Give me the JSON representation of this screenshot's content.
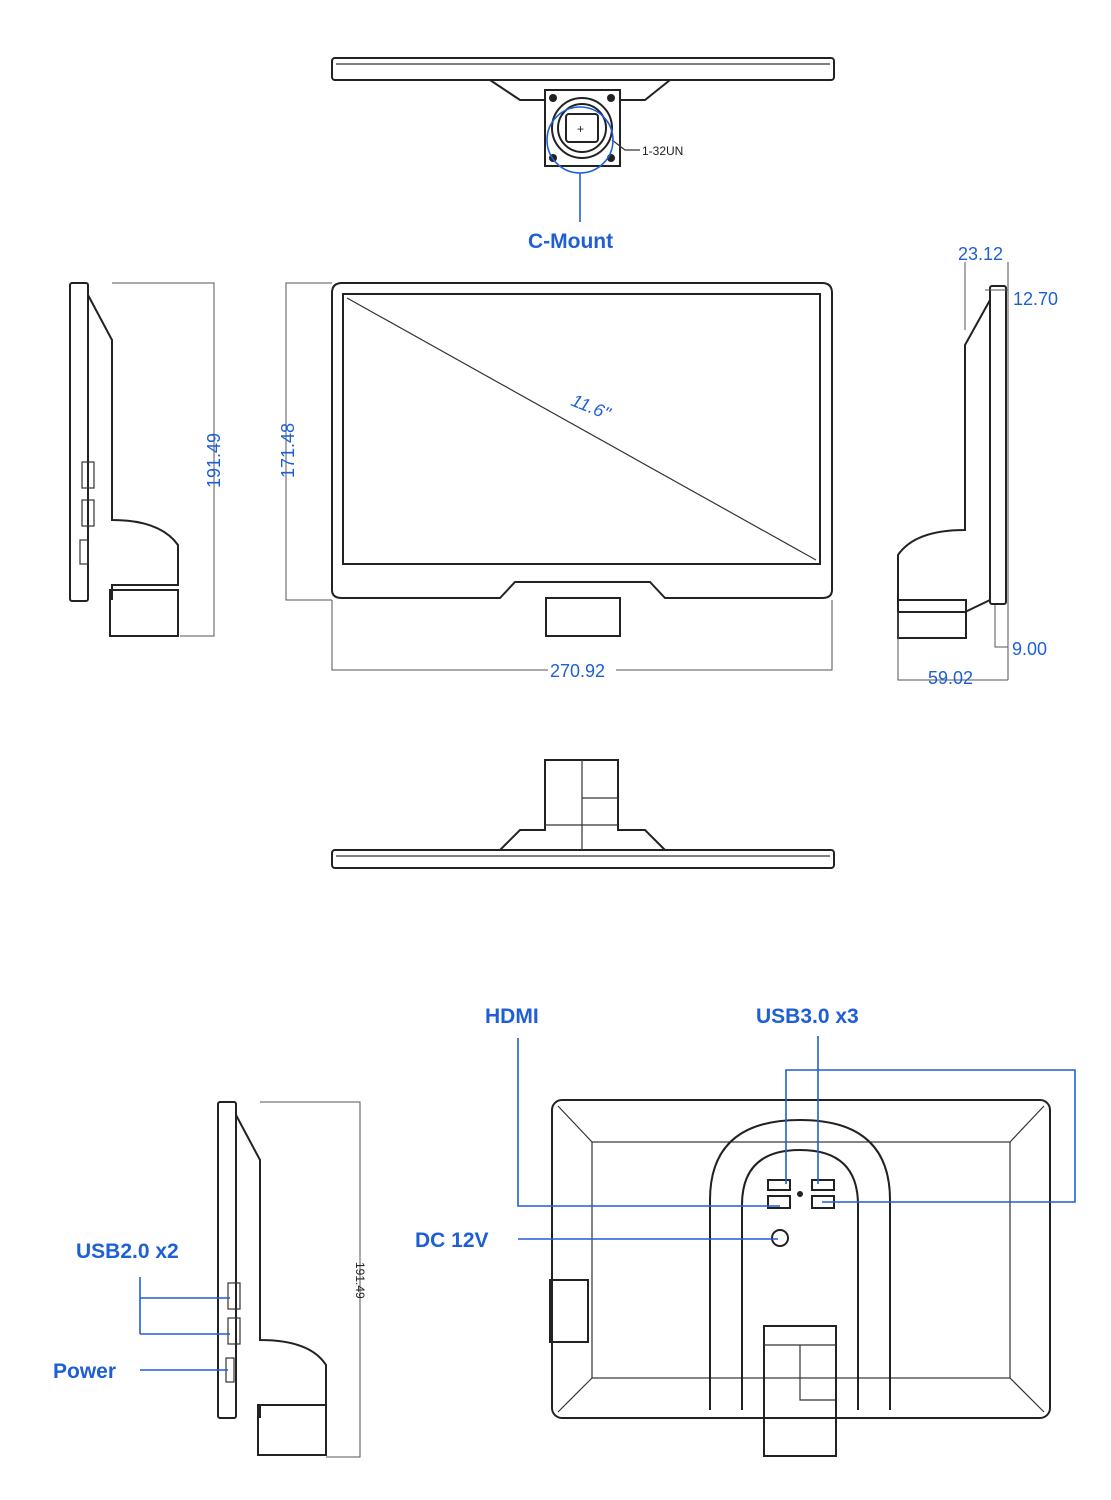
{
  "colors": {
    "accent": "#1f5fd6",
    "line": "#222222"
  },
  "top_view": {
    "thread_label": "1-32UN",
    "mount_label": "C-Mount"
  },
  "front_view": {
    "diagonal_label": "11.6\"",
    "height_dim": "171.48",
    "width_dim": "270.92"
  },
  "left_view": {
    "height_dim": "191.49"
  },
  "right_view": {
    "dims": {
      "top_total": "23.12",
      "bezel": "12.70",
      "bottom": "9.00",
      "base_depth": "59.02"
    }
  },
  "back_view": {
    "hdmi_label": "HDMI",
    "usb3_label": "USB3.0 x3",
    "dc_label": "DC 12V"
  },
  "side_ports_view": {
    "usb2_label": "USB2.0 x2",
    "power_label": "Power",
    "height_dim": "191.49"
  }
}
